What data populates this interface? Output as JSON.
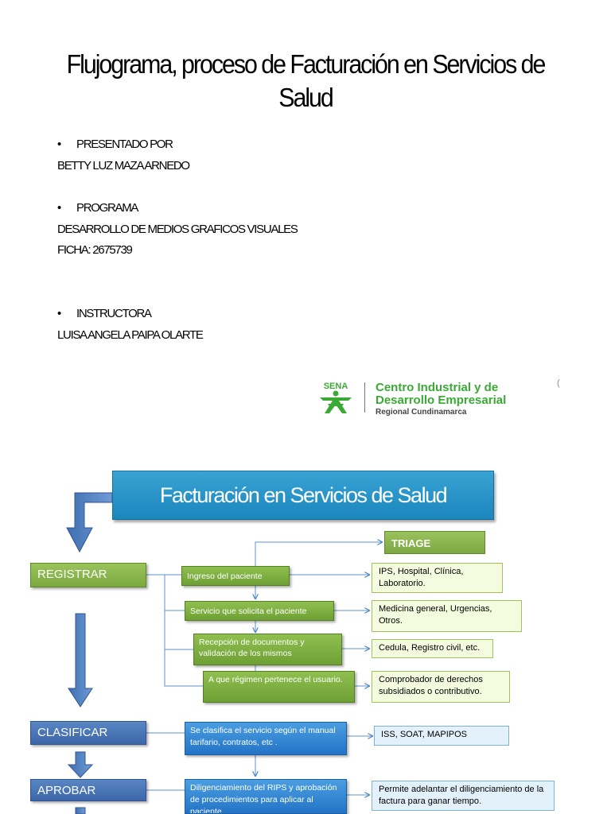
{
  "title": "Flujograma, proceso de Facturación en Servicios de Salud",
  "sections": [
    {
      "bullet": "PRESENTADO POR",
      "lines": [
        "BETTY LUZ MAZA ARNEDO"
      ]
    },
    {
      "bullet": "PROGRAMA",
      "lines": [
        "DESARROLLO DE MEDIOS GRAFICOS VISUALES",
        "FICHA: 2675739"
      ]
    },
    {
      "bullet": "INSTRUCTORA",
      "lines": [
        "LUISA ANGELA PAIPA OLARTE"
      ]
    }
  ],
  "bullet_char": "•",
  "logo": {
    "brand": "SENA",
    "line1": "Centro Industrial y de",
    "line2": "Desarrollo Empresarial",
    "line3": "Regional Cundinamarca",
    "brand_color": "#3aaa35"
  },
  "flow": {
    "header": "Facturación en Servicios de Salud",
    "triage": "TRIAGE",
    "steps": {
      "registrar": "REGISTRAR",
      "clasificar": "CLASIFICAR",
      "aprobar": "APROBAR"
    },
    "process": {
      "ingreso": "Ingreso del paciente",
      "servicio": "Servicio que solicita el paciente",
      "recepcion": "Recepción de documentos y validación de los mismos",
      "regimen": "A que régimen pertenece el usuario.",
      "clasifica": "Se clasifica el servicio según el manual tarifario, contratos, etc .",
      "rips": "Diligenciamiento del RIPS y aprobación de procedimientos para aplicar al paciente."
    },
    "notes": {
      "ips": "IPS, Hospital, Clínica, Laboratorio.",
      "medicina": "Medicina general, Urgencias, Otros.",
      "cedula": "Cedula, Registro civil, etc.",
      "comprobador": "Comprobador de derechos subsidiados o contributivo.",
      "iss": "ISS, SOAT, MAPIPOS",
      "permite": "Permite adelantar el diligenciamiento de la factura para ganar tiempo."
    }
  }
}
